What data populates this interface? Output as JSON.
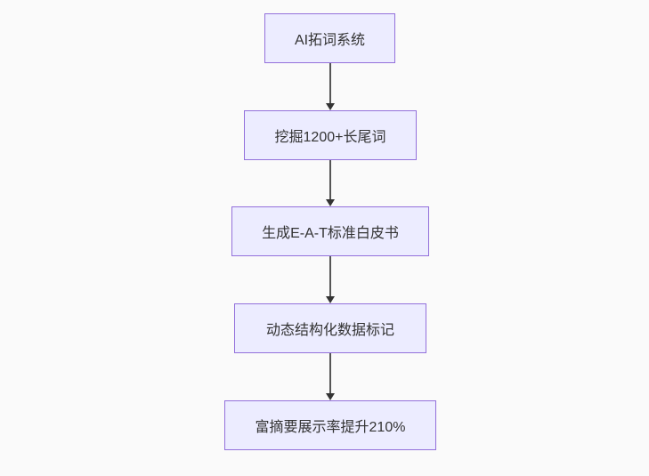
{
  "diagram": {
    "type": "flowchart",
    "direction": "top-down",
    "background": "#FAFAFA",
    "nodes": [
      {
        "id": "n1",
        "label": "AI拓词系统"
      },
      {
        "id": "n2",
        "label": "挖掘1200+长尾词"
      },
      {
        "id": "n3",
        "label": "生成E-A-T标准白皮书"
      },
      {
        "id": "n4",
        "label": "动态结构化数据标记"
      },
      {
        "id": "n5",
        "label": "富摘要展示率提升210%"
      }
    ],
    "edges": [
      {
        "from": "AI拓词系统",
        "to": "挖掘1200+长尾词"
      },
      {
        "from": "挖掘1200+长尾词",
        "to": "生成E-A-T标准白皮书"
      },
      {
        "from": "生成E-A-T标准白皮书",
        "to": "动态结构化数据标记"
      },
      {
        "from": "动态结构化数据标记",
        "to": "富摘要展示率提升210%"
      }
    ],
    "colors": {
      "node_fill": "#ECECFF",
      "node_border": "#9370DB",
      "node_text": "#333333",
      "edge_line": "#555555",
      "arrowhead": "#333333"
    }
  }
}
